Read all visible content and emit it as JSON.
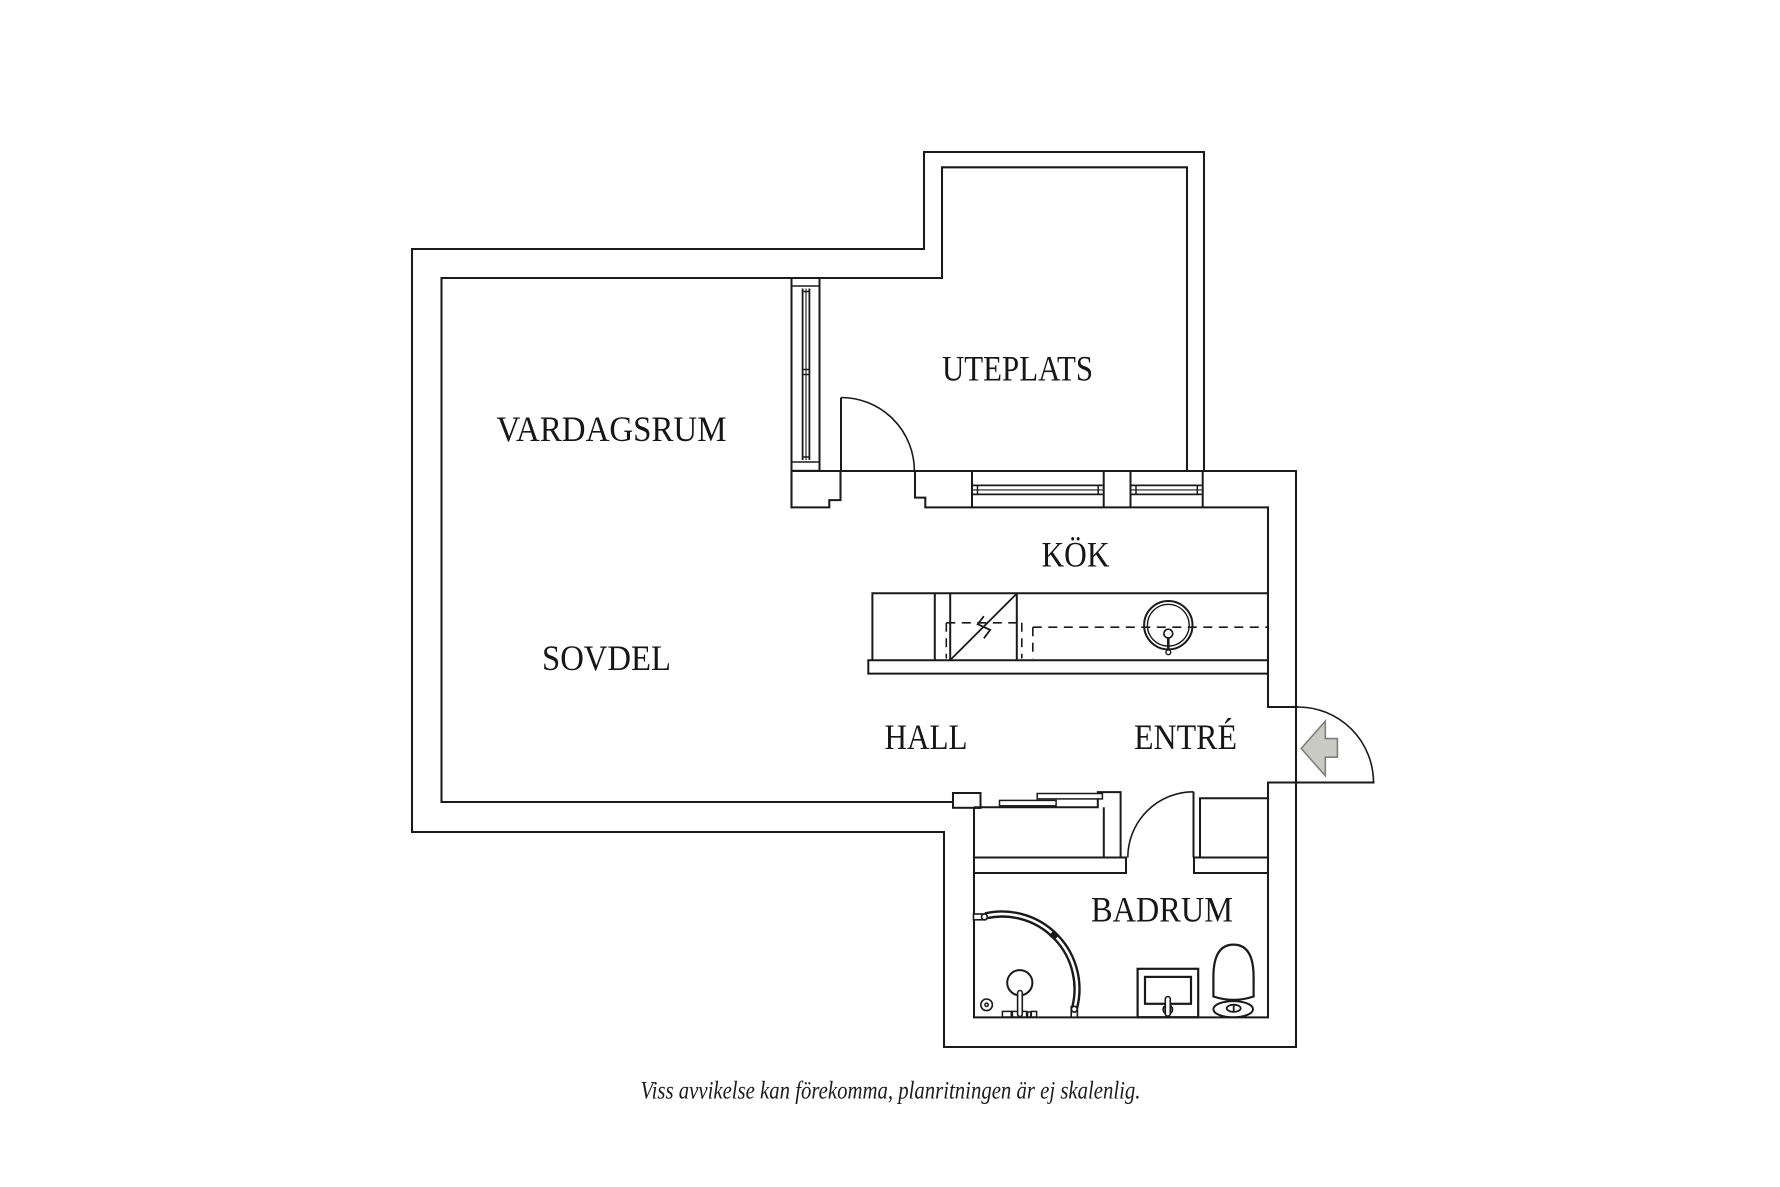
{
  "floorplan": {
    "type": "apartment-floor-plan",
    "rooms": [
      {
        "id": "vardagsrum",
        "label": "VARDAGSRUM"
      },
      {
        "id": "uteplats",
        "label": "UTEPLATS"
      },
      {
        "id": "kok",
        "label": "KÖK"
      },
      {
        "id": "sovdel",
        "label": "SOVDEL"
      },
      {
        "id": "hall",
        "label": "HALL"
      },
      {
        "id": "entre",
        "label": "ENTRÉ"
      },
      {
        "id": "badrum",
        "label": "BADRUM"
      }
    ],
    "caption": "Viss avvikelse kan förekomma, planritningen är ej skalenlig.",
    "colors": {
      "background": "#ffffff",
      "line": "#1a1a1a",
      "entry_arrow_fill": "#c9cac4",
      "entry_arrow_stroke": "#7f8078"
    },
    "symbols": [
      "entry-arrow-icon",
      "door-swing-arc",
      "window-symbol",
      "kitchen-sink-symbol",
      "stove-symbol",
      "shower-corner-symbol",
      "toilet-symbol",
      "washbasin-symbol",
      "wardrobe-sliding-doors-symbol",
      "floor-drain-symbol"
    ]
  }
}
